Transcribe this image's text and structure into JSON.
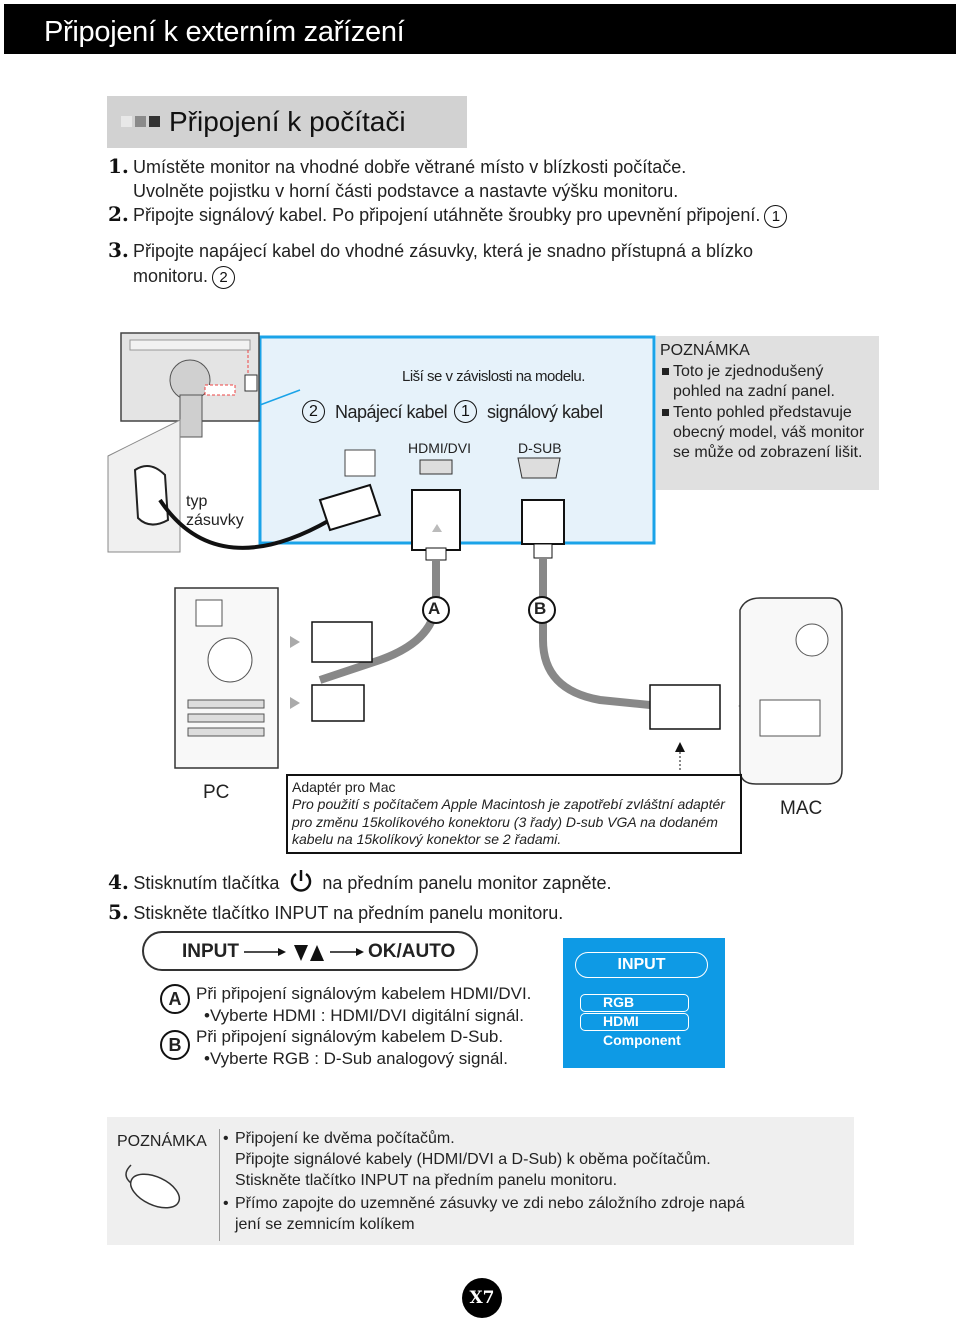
{
  "header": {
    "title": "Připojení k externím zařízení"
  },
  "section": {
    "title": "Připojení k počítači"
  },
  "steps": [
    {
      "num": "1.",
      "lines": [
        "Umístěte monitor na vhodné dobře větrané místo v blízkosti počítače.",
        "Uvolněte pojistku v horní části podstavce a nastavte výšku monitoru."
      ]
    },
    {
      "num": "2.",
      "lines": [
        "Připojte signálový kabel. Po připojení utáhněte šroubky pro upevnění připojení."
      ],
      "marker": "1"
    },
    {
      "num": "3.",
      "lines": [
        "Připojte napájecí kabel do vhodné zásuvky, která je snadno přístupná a blízko",
        "monitoru."
      ],
      "marker": "2"
    }
  ],
  "diagram": {
    "model_note": "Liší se v závislosti na modelu.",
    "power_marker": "2",
    "power_label": "Napájecí kabel",
    "signal_marker": "1",
    "signal_label": "signálový kabel",
    "hdmi_label": "HDMI/DVI",
    "dsub_label": "D-SUB",
    "outlet_label_1": "typ",
    "outlet_label_2": "zásuvky",
    "marker_a": "A",
    "marker_b": "B",
    "pc_label": "PC",
    "mac_label": "MAC"
  },
  "note1": {
    "title": "POZNÁMKA",
    "items": [
      [
        "Toto je zjednodušený",
        "pohled na zadní panel."
      ],
      [
        "Tento pohled představuje",
        "obecný model, váš monitor",
        "se může od zobrazení lišit."
      ]
    ]
  },
  "adapter": {
    "title": "Adaptér pro Mac",
    "lines": [
      "Pro použití s počítačem Apple Macintosh je zapotřebí zvláštní adaptér",
      "pro změnu 15kolíkového konektoru (3 řady) D-sub VGA na dodaném",
      "kabelu na 15kolíkový konektor se 2 řadami."
    ]
  },
  "step4": {
    "num": "4.",
    "before": "Stisknutím tlačítka",
    "after": "na předním panelu monitor zapněte."
  },
  "step5": {
    "num": "5.",
    "text": "Stiskněte tlačítko INPUT na předním panelu monitoru."
  },
  "sequence": {
    "input": "INPUT",
    "ok": "OK/AUTO"
  },
  "instructions": {
    "a_marker": "A",
    "a_line1": "Při připojení signálovým kabelem HDMI/DVI.",
    "a_line2": "•Vyberte HDMI : HDMI/DVI  digitální signál.",
    "b_marker": "B",
    "b_line1": "Při připojení signálovým kabelem D-Sub.",
    "b_line2": "•Vyberte RGB : D-Sub analogový signál."
  },
  "osd": {
    "title": "INPUT",
    "options": [
      "RGB",
      "HDMI",
      "Component"
    ],
    "color": "#0e9ae5"
  },
  "note2": {
    "label": "POZNÁMKA",
    "item1_lines": [
      "Připojení ke dvěma počítačům.",
      "Připojte signálové kabely (HDMI/DVI a D-Sub) k oběma počítačům.",
      "Stiskněte tlačítko INPUT na předním panelu monitoru."
    ],
    "item2_lines": [
      "Přímo zapojte do uzemněné zásuvky ve zdi nebo záložního zdroje napá",
      "jení se zemnicím kolíkem"
    ]
  },
  "page": {
    "number": "X7"
  }
}
